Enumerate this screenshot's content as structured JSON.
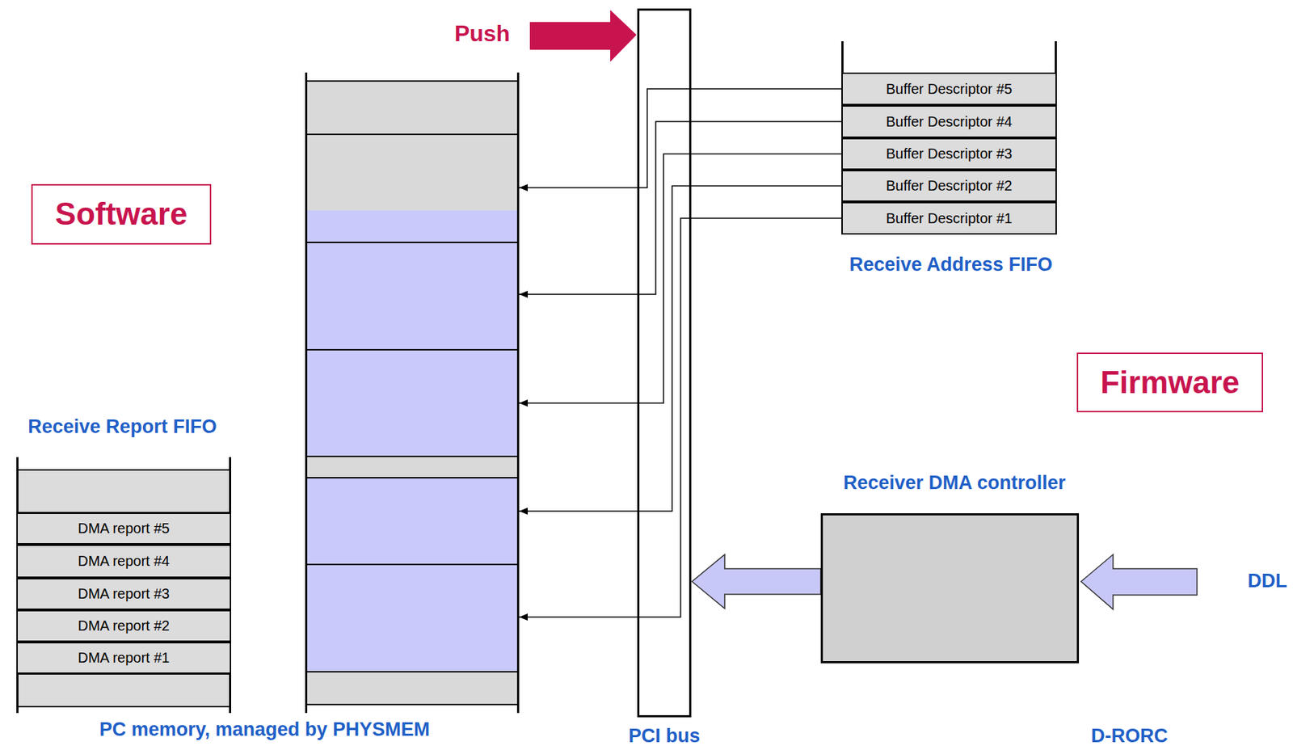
{
  "diagram": {
    "nodes": [
      {
        "text": [
          "Software"
        ]
      },
      {
        "text": [
          "PC memory, managed by PHYSMEM"
        ]
      },
      {
        "text": [
          "PCI bus"
        ]
      },
      {
        "text": [
          "Receive Address FIFO"
        ]
      },
      {
        "text": [
          "Buffer Descriptor #5"
        ],
        "in": 3
      },
      {
        "text": [
          "Buffer Descriptor #4"
        ],
        "in": 3
      },
      {
        "text": [
          "Buffer Descriptor #3"
        ],
        "in": 3
      },
      {
        "text": [
          "Buffer Descriptor #2"
        ],
        "in": 3
      },
      {
        "text": [
          "Buffer Descriptor #1"
        ],
        "in": 3
      },
      {
        "text": [
          "Firmware"
        ]
      },
      {
        "text": [
          "Receive Report FIFO"
        ]
      },
      {
        "text": [
          "DMA report #5"
        ],
        "in": 10
      },
      {
        "text": [
          "DMA report #4"
        ],
        "in": 10
      },
      {
        "text": [
          "DMA report #3"
        ],
        "in": 10
      },
      {
        "text": [
          "DMA report #2"
        ],
        "in": 10
      },
      {
        "text": [
          "DMA report #1"
        ],
        "in": 10
      },
      {
        "text": [
          "Receiver DMA controller"
        ]
      }
    ],
    "edges": [
      {
        "from": 4,
        "to": 1,
        "arrow": "to"
      },
      {
        "from": 5,
        "to": 1,
        "arrow": "to"
      },
      {
        "from": 6,
        "to": 1,
        "arrow": "to"
      },
      {
        "from": 7,
        "to": 1,
        "arrow": "to"
      },
      {
        "from": 8,
        "to": 1,
        "arrow": "to"
      },
      {
        "from": 16,
        "to": 2,
        "arrow": "to"
      }
    ],
    "labels": [
      "Push",
      "DDL",
      "D-RORC"
    ]
  }
}
